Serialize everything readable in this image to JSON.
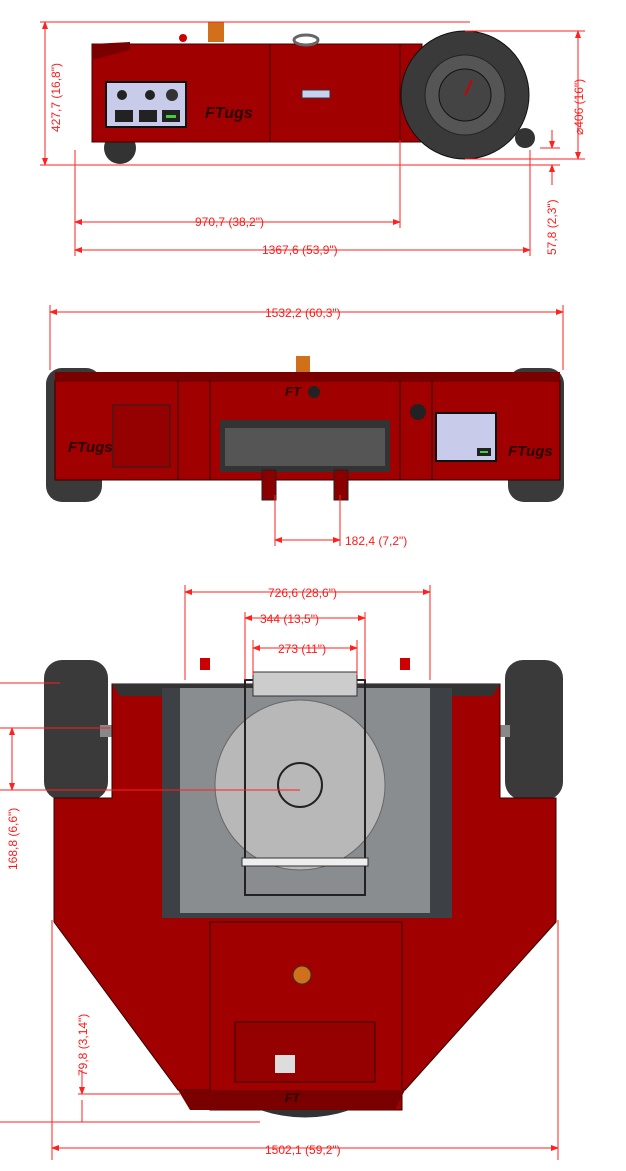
{
  "logo_text": "FTugs",
  "badge_text": "FT",
  "colors": {
    "body": "#a00000",
    "body_dark": "#6a0000",
    "dimension": "#ff1a1a",
    "tire": "#3a3a3a",
    "deck": "#9a9a9a"
  },
  "side_view": {
    "height_label": "427,7 (16,8\")",
    "wheelbase_label": "970,7 (38,2\")",
    "length_label": "1367,6 (53,9\")",
    "clearance_label": "57,8 (2,3\")",
    "wheel_diameter_label": "⌀406 (16\")"
  },
  "front_view": {
    "width_label": "1532,2 (60,3\")",
    "hitch_spacing_label": "182,4 (7,2\")"
  },
  "top_view": {
    "outer_width_label": "726,6 (28,6\")",
    "mid_width_label": "344 (13,5\")",
    "inner_width_label": "273 (11\")",
    "axle_offset_label": "168,8 (6,6\")",
    "rear_offset_label": "79,8 (3,14\")",
    "overall_width_label": "1502,1 (59,2\")"
  }
}
